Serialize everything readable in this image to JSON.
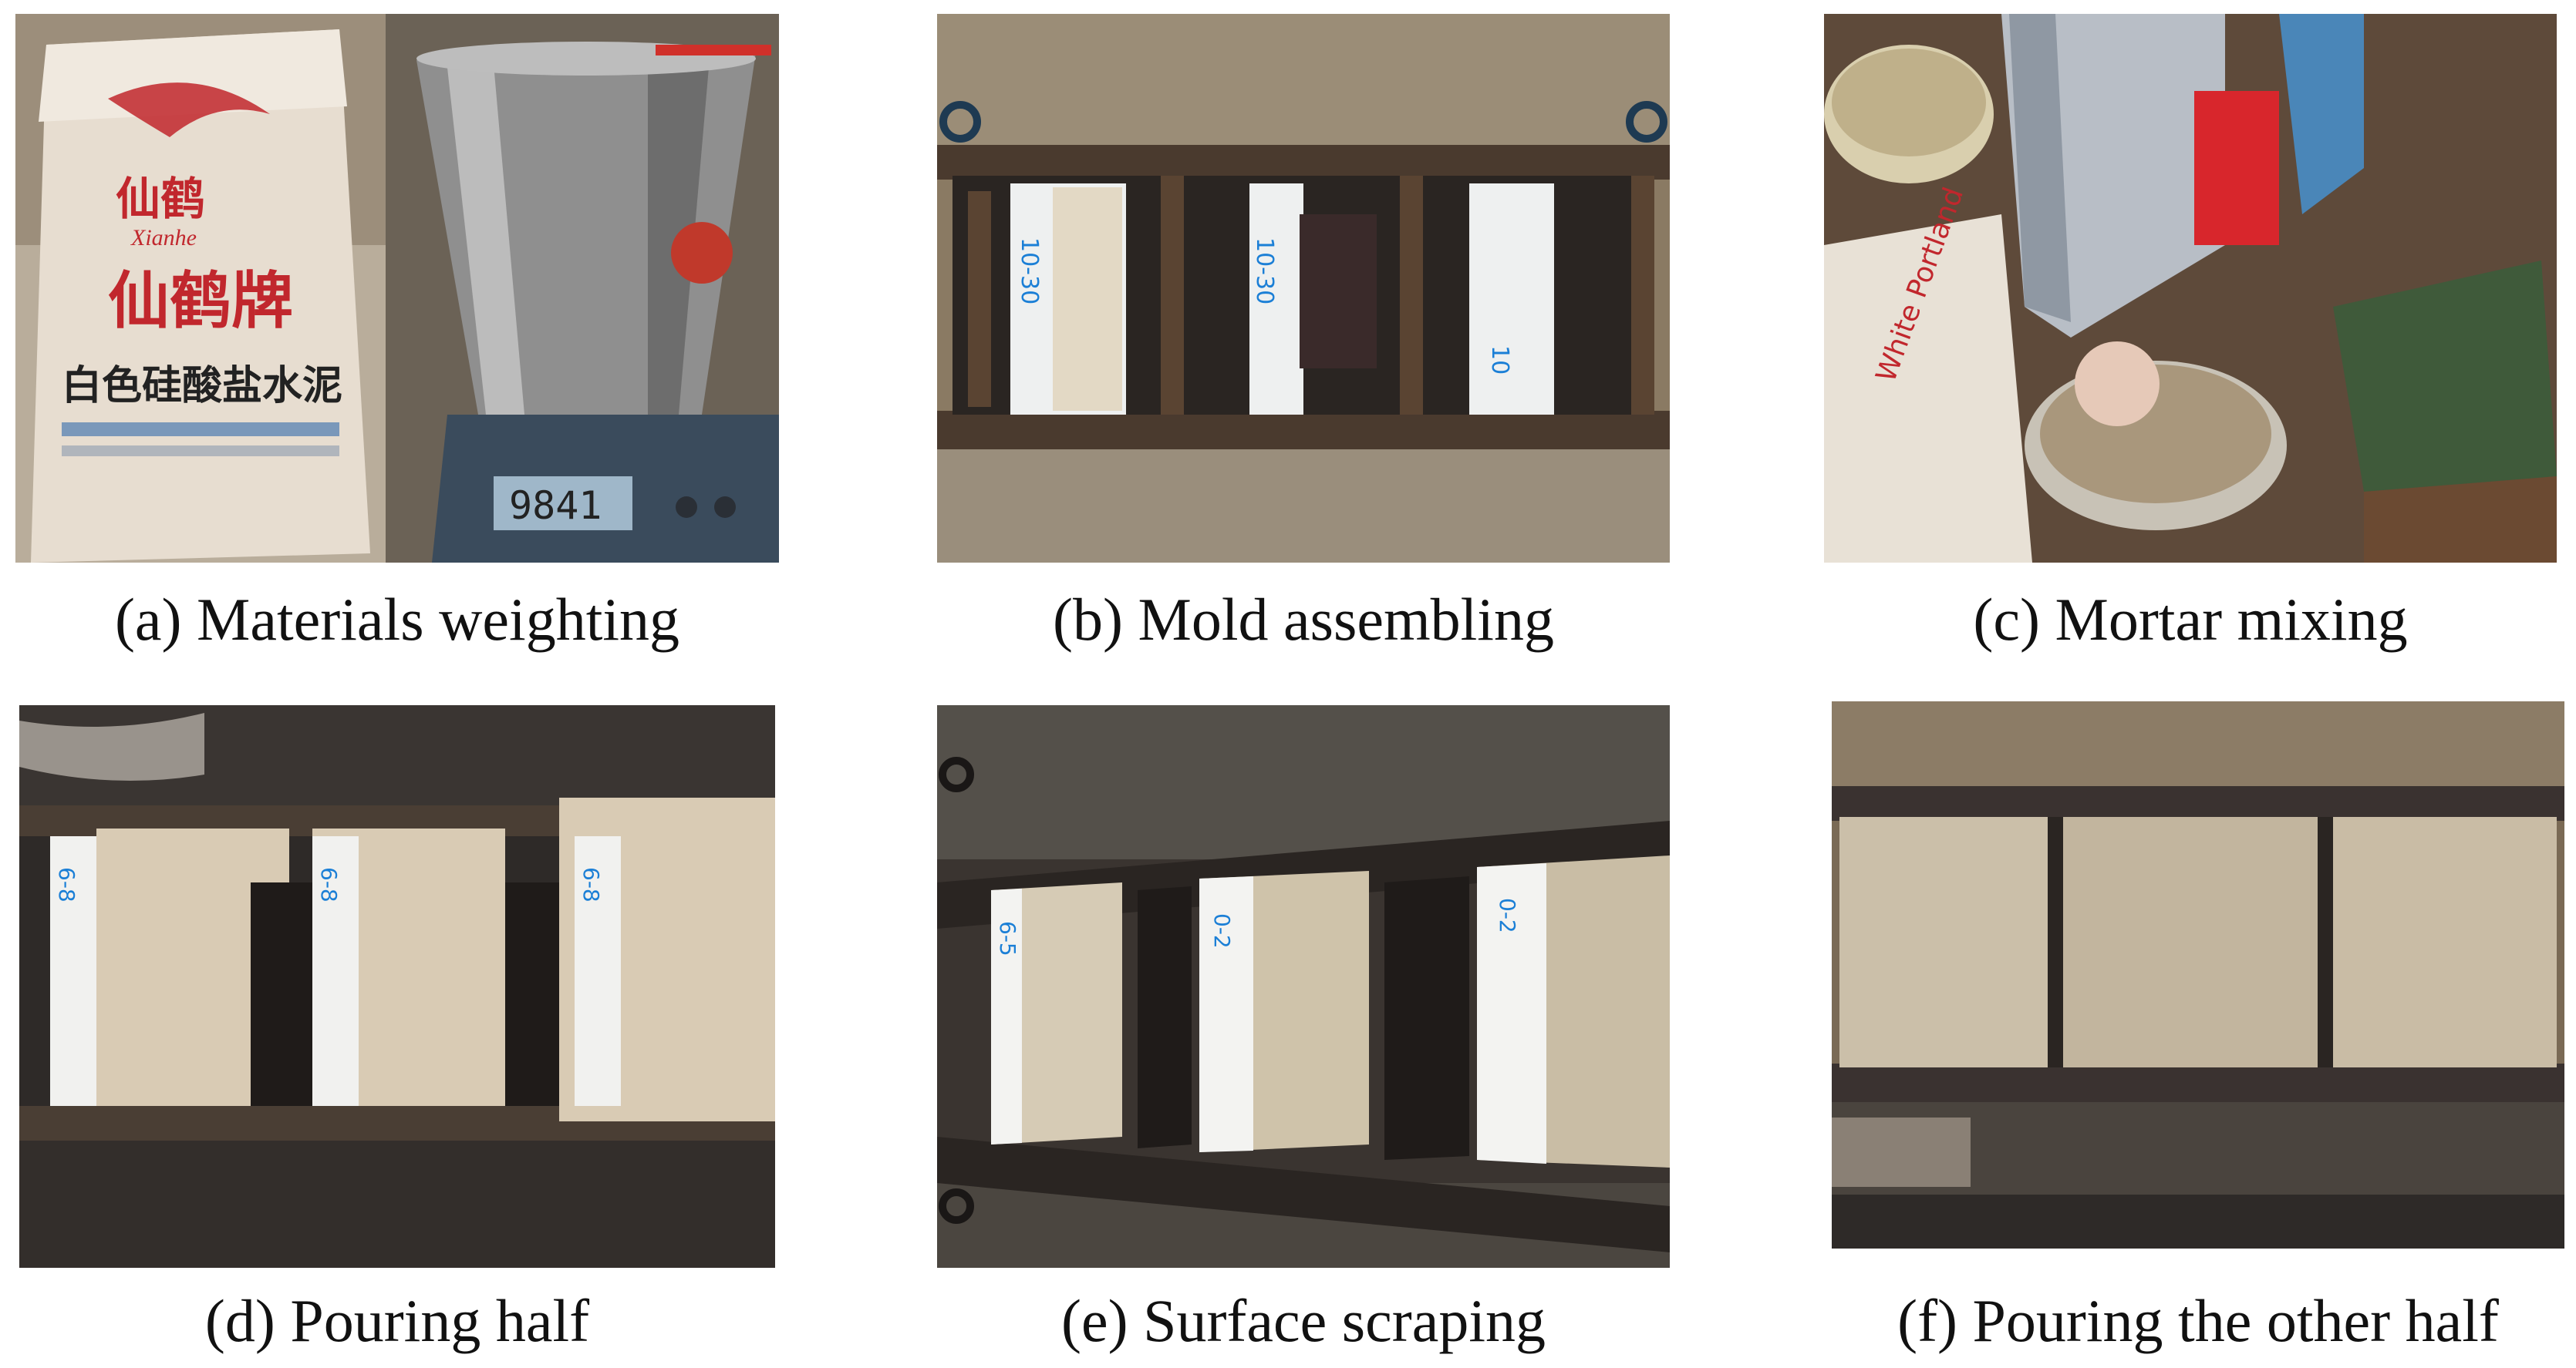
{
  "figure": {
    "panels": [
      {
        "id": "a",
        "caption": "(a) Materials weighting"
      },
      {
        "id": "b",
        "caption": "(b) Mold assembling"
      },
      {
        "id": "c",
        "caption": "(c) Mortar mixing"
      },
      {
        "id": "d",
        "caption": "(d) Pouring half"
      },
      {
        "id": "e",
        "caption": "(e) Surface scraping"
      },
      {
        "id": "f",
        "caption": "(f) Pouring the other half"
      }
    ]
  },
  "photo_text": {
    "bag_brand": "仙鹤牌",
    "bag_product": "白色硅酸盐水泥",
    "bag_logo": "仙鹤",
    "bag_latin": "Xianhe",
    "scale_reading": "9841",
    "mixing_bag": "White Portland",
    "labels_b": [
      "10-30",
      "10-30",
      "10"
    ],
    "labels_d": [
      "6-8",
      "6-8",
      "6-8"
    ],
    "labels_e": [
      "6-5",
      "0-2",
      "0-2"
    ]
  },
  "colors": {
    "rust": "#6e4a32",
    "steel": "#2e2a28",
    "mortar": "#d9cbb4",
    "label_blue": "#1b7fd6"
  }
}
